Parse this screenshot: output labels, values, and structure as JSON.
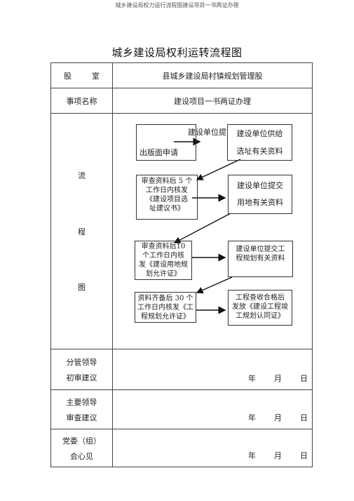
{
  "page": {
    "header": "城乡建设局权力运行流程图建设项目一书两证办理",
    "title": "城乡建设局权利运转流程图"
  },
  "table": {
    "row1": {
      "label_a": "股",
      "label_b": "室",
      "value": "县城乡建设局村镇规划管理股"
    },
    "row2": {
      "label": "事项名称",
      "value": "建设项目一书两证办理"
    },
    "row3": {
      "label_chars": [
        "流",
        "程",
        "图"
      ]
    },
    "sign_rows": [
      {
        "line1": "分管领导",
        "line2": "初审建议"
      },
      {
        "line1": "主要领导",
        "line2": "审查建议"
      },
      {
        "line1": "党委（组）",
        "line2": "会心见"
      }
    ],
    "date": {
      "year": "年",
      "month": "月",
      "day": "日"
    }
  },
  "flow": {
    "left1": {
      "line1": "建设单位提",
      "line2": "出版面申请"
    },
    "right1": {
      "line1": "建设单位供给",
      "line2": "选址有关资料"
    },
    "left2": {
      "line1": "审查资料后 5 个",
      "line2": "工作日内核发",
      "line3": "《建设项目选",
      "line4": "址建议书》"
    },
    "right2": {
      "line1": "建设单位提交",
      "line2": "用地有关资料"
    },
    "left3": {
      "line1": "审查资料后10",
      "line2": "个工作日内核",
      "line3": "发《建设用地规",
      "line4": "划允许证》"
    },
    "right3": {
      "line1": "建设单位提交工",
      "line2": "程规划有关资料"
    },
    "left4": {
      "line1": "资料齐备后  30 个",
      "line2": "工作日内核发《工",
      "line3": "程规划允许证》"
    },
    "right4": {
      "line1": "工程查收合格后",
      "line2": "发放《建设工程竣",
      "line3": "工规划认同证》"
    }
  }
}
